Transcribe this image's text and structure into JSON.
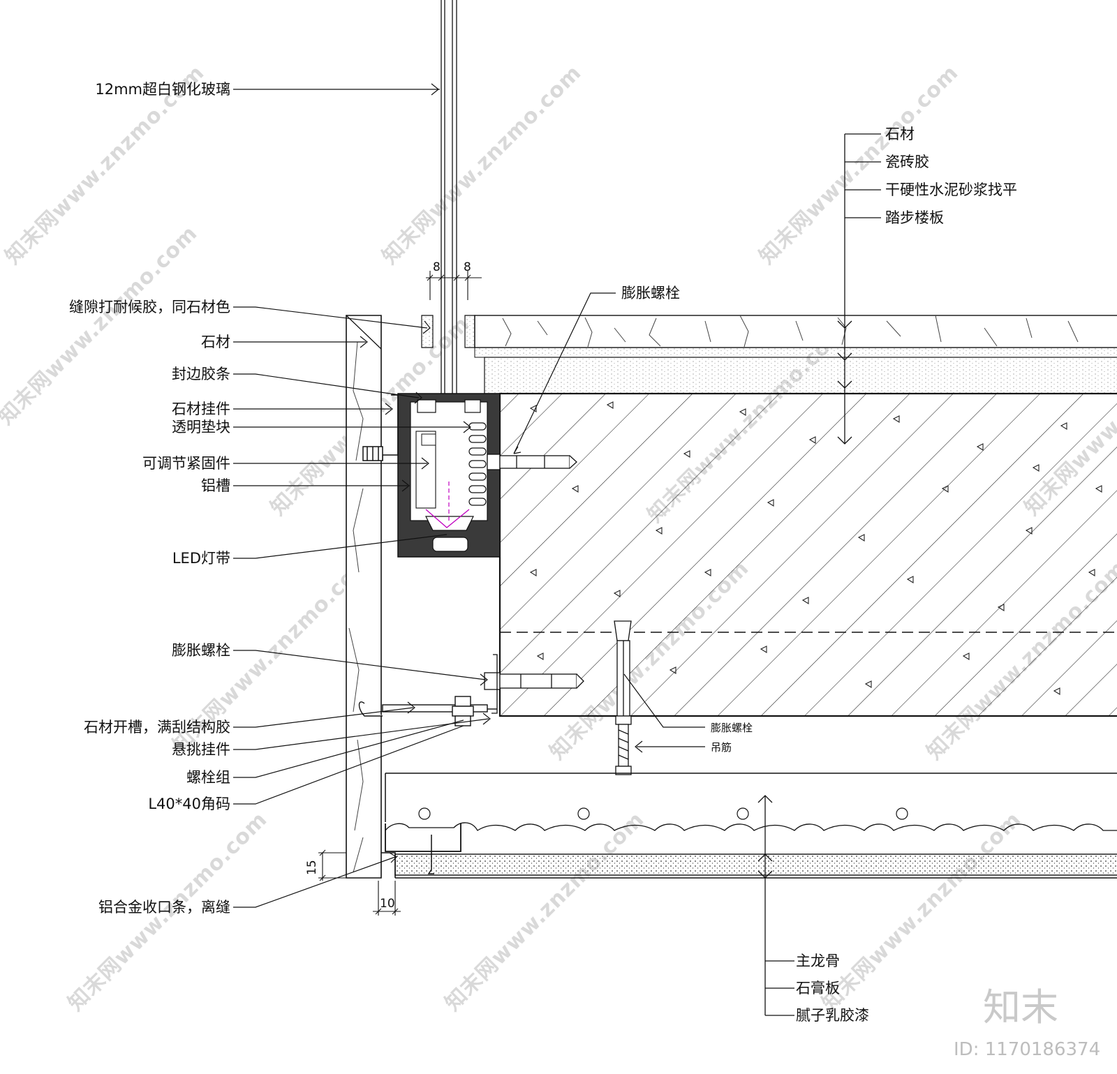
{
  "drawing": {
    "labels_left": {
      "glass": "12mm超白钢化玻璃",
      "sealant": "缝隙打耐候胶，同石材色",
      "stone": "石材",
      "edge_strip": "封边胶条",
      "stone_hanger": "石材挂件",
      "clear_spacer": "透明垫块",
      "adjustable_fastener": "可调节紧固件",
      "aluminum_channel": "铝槽",
      "led_strip": "LED灯带",
      "expansion_bolt": "膨胀螺栓",
      "stone_groove": "石材开槽，满刮结构胶",
      "cantilever_hanger": "悬挑挂件",
      "bolt_group": "螺栓组",
      "angle_bracket": "L40*40角码",
      "aluminum_trim": "铝合金收口条，离缝"
    },
    "labels_floor": {
      "stone": "石材",
      "tile_adhesive": "瓷砖胶",
      "dry_mortar": "干硬性水泥砂浆找平",
      "step_slab": "踏步楼板"
    },
    "label_top_bolt": "膨胀螺栓",
    "label_small_bolt": "膨胀螺栓",
    "label_hanger_rod": "吊筋",
    "labels_ceiling": {
      "main_keel": "主龙骨",
      "gypsum_board": "石膏板",
      "putty_paint": "腻子乳胶漆"
    },
    "dimensions": {
      "gap_left": "8",
      "gap_right": "8",
      "trim_height": "15",
      "trim_width": "10"
    },
    "watermark": {
      "text": "知末网www.znzmo.com",
      "brand": "知末",
      "id": "ID: 1170186374"
    }
  }
}
